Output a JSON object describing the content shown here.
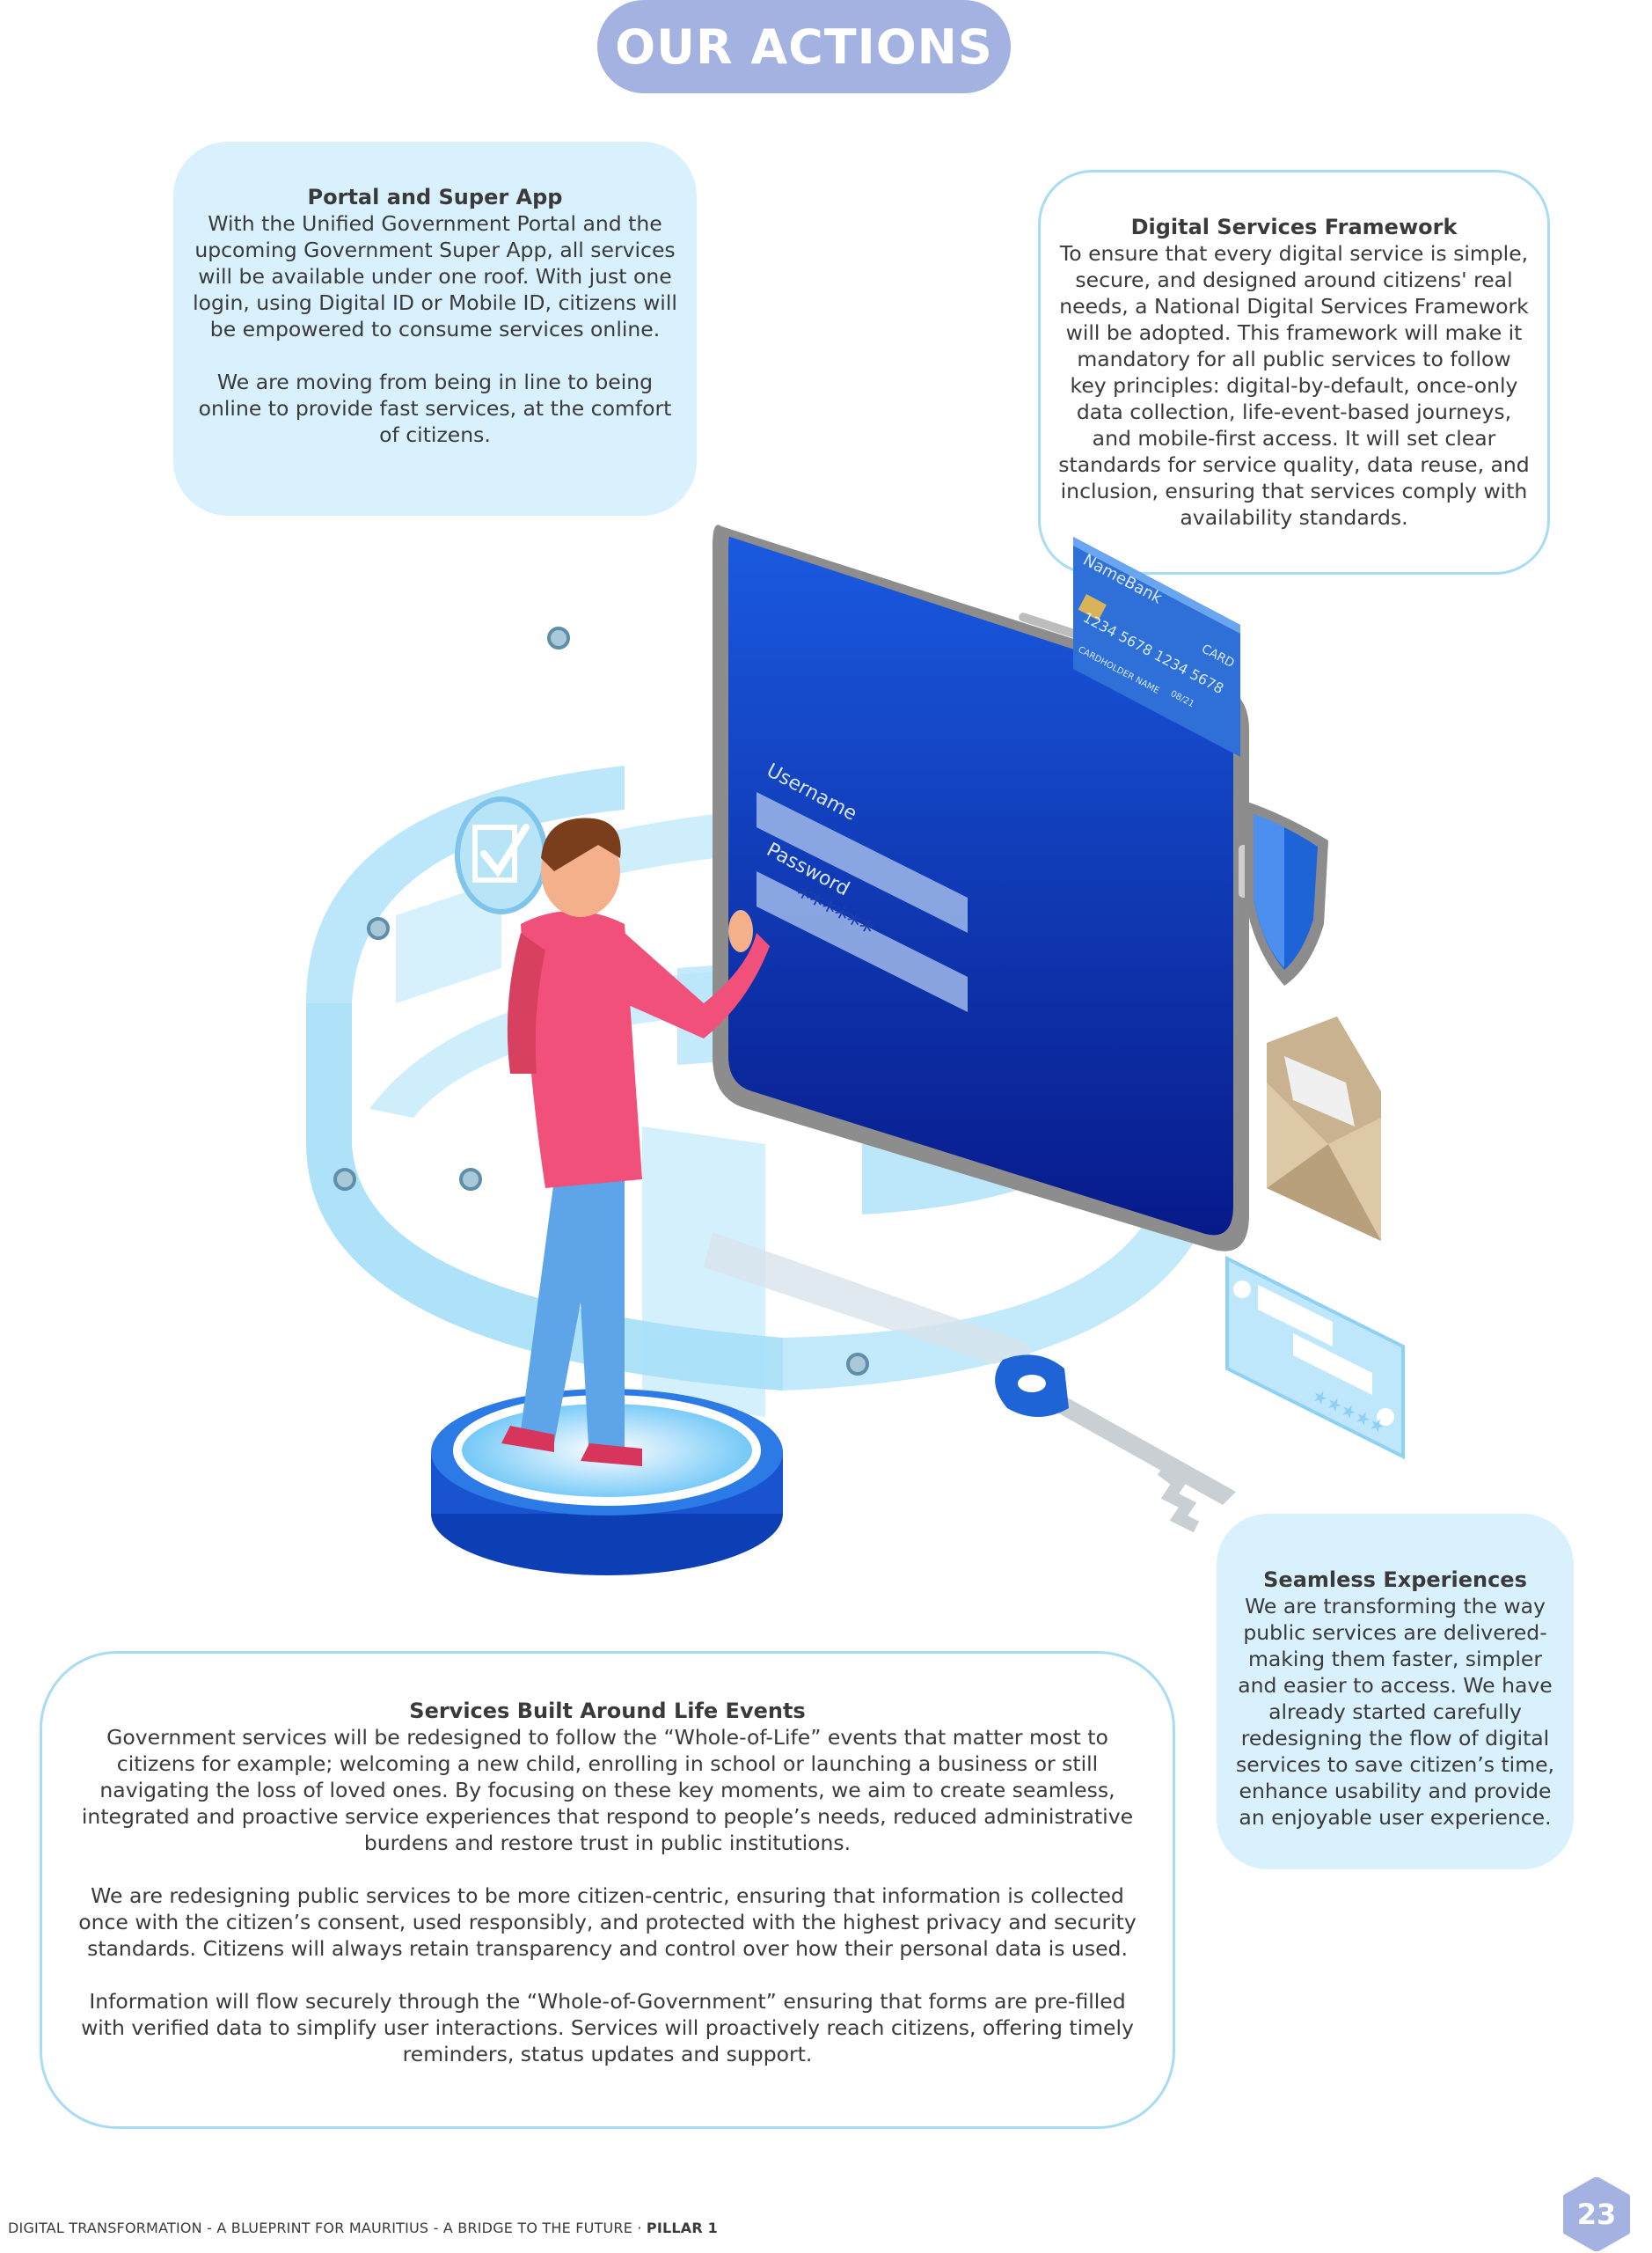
{
  "header": {
    "title": "OUR ACTIONS"
  },
  "portal": {
    "title": "Portal and Super App",
    "paragraphs": [
      "With the Unified Government Portal and the upcoming Government Super App, all services will be available under one roof. With just one login, using Digital ID or Mobile ID, citizens will be empowered to consume services online.",
      "We are moving from being in line to being online to provide fast services, at the comfort of citizens."
    ]
  },
  "dsf": {
    "title": "Digital Services Framework",
    "paragraphs": [
      "To ensure that every digital service is simple, secure, and designed around citizens' real needs, a National Digital Services Framework will be adopted.  This framework will make it mandatory for all public services to follow key principles: digital-by-default, once-only data collection, life-event-based journeys, and mobile-first access. It will set clear standards for service quality, data reuse, and inclusion, ensuring that services comply with availability standards."
    ]
  },
  "seamless": {
    "title": "Seamless Experiences",
    "paragraphs": [
      "We are transforming the way public services are delivered- making them faster, simpler and easier to access. We have already started carefully redesigning the flow of  digital services to save citizen’s time, enhance usability and provide an enjoyable user experience."
    ]
  },
  "life": {
    "title": "Services Built Around Life Events",
    "paragraphs": [
      "Government services will be redesigned to follow the “Whole-of-Life” events that matter most to citizens for example; welcoming a new child, enrolling in school or launching a business or still navigating the loss of loved ones. By focusing on these key moments, we aim to create seamless, integrated and proactive service experiences that respond to people’s needs, reduced administrative burdens and restore trust in public institutions.",
      "We are redesigning public services to be more citizen-centric, ensuring that information is collected once with the citizen’s consent, used responsibly, and protected with the highest privacy and security standards. Citizens will always retain transparency and control over how their personal data is used.",
      "Information will flow securely through the “Whole-of-Government” ensuring that forms are pre-filled with verified data to simplify user interactions. Services will proactively reach citizens, offering timely reminders, status updates and support."
    ]
  },
  "illustration": {
    "phone_username_label": "Username",
    "phone_password_label": "Password",
    "phone_password_mask": "******",
    "card_bank_name": "NameBank",
    "card_label": "CARD",
    "card_number": "1234 5678 1234 5678",
    "card_holder": "CARDHOLDER NAME",
    "card_expiry": "08/21",
    "rating_stars": "★★★★★"
  },
  "footer": {
    "text": "DIGITAL TRANSFORMATION - A BLUEPRINT FOR MAURITIUS - A BRIDGE TO THE FUTURE · ",
    "pillar": "PILLAR 1",
    "page_number": "23"
  },
  "colors": {
    "title_pill": "#a3b2e0",
    "box_fill": "#d8f1fc",
    "box_outline": "#a8dcf5",
    "phone_screen": "#0a3fc7",
    "ring_blue": "#7fd0f5",
    "badge": "#a3b2e0"
  }
}
